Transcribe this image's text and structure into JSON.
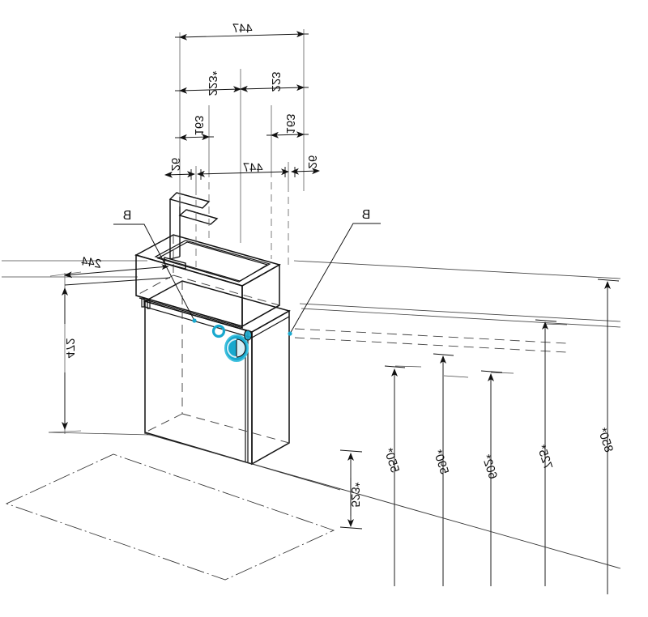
{
  "drawing": {
    "title": "Wall-hung vanity unit with basin — dimensioned isometric view",
    "projection": "isometric",
    "mirrored": true,
    "units": "mm",
    "line_color": "#111111",
    "thin_line_color": "#555555",
    "accent_color": "#18a8ce",
    "accent_color_light": "#3fc0de",
    "background": "#ffffff"
  },
  "dimensions": {
    "top_group": [
      {
        "id": "d-447-top",
        "label": "447",
        "orientation": "horizontal"
      },
      {
        "id": "d-223-star",
        "label": "223*",
        "orientation": "horizontal"
      },
      {
        "id": "d-223",
        "label": "223",
        "orientation": "horizontal"
      },
      {
        "id": "d-163-left",
        "label": "163",
        "orientation": "horizontal"
      },
      {
        "id": "d-163-right",
        "label": "163",
        "orientation": "horizontal"
      },
      {
        "id": "d-26-left",
        "label": "26",
        "orientation": "horizontal"
      },
      {
        "id": "d-447-low",
        "label": "447",
        "orientation": "horizontal"
      },
      {
        "id": "d-26-right",
        "label": "26",
        "orientation": "horizontal"
      }
    ],
    "left_group": [
      {
        "id": "d-244",
        "label": "244",
        "orientation": "slanted"
      },
      {
        "id": "d-472",
        "label": "472",
        "orientation": "vertical"
      }
    ],
    "right_group": [
      {
        "id": "d-523",
        "label": "523*",
        "orientation": "vertical"
      },
      {
        "id": "d-550",
        "label": "550*",
        "orientation": "vertical"
      },
      {
        "id": "d-590",
        "label": "590*",
        "orientation": "vertical"
      },
      {
        "id": "d-602",
        "label": "602*",
        "orientation": "vertical"
      },
      {
        "id": "d-725",
        "label": "725*",
        "orientation": "vertical"
      },
      {
        "id": "d-850",
        "label": "850*",
        "orientation": "vertical"
      }
    ]
  },
  "callouts": [
    {
      "id": "callout-b-left",
      "label": "B"
    },
    {
      "id": "callout-b-right",
      "label": "B"
    }
  ],
  "markers": [
    {
      "id": "marker-ring",
      "shape": "ring",
      "color": "#18a8ce"
    },
    {
      "id": "marker-disc",
      "shape": "filled-disc",
      "color": "#18a8ce"
    },
    {
      "id": "marker-small-oval",
      "shape": "small-oval",
      "color": "#18a8ce"
    }
  ]
}
